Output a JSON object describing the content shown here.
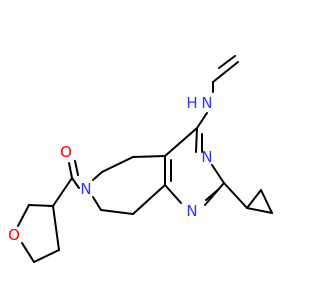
{
  "molecule": {
    "atoms": {
      "nh": {
        "text": "N",
        "color": "#3333ff"
      },
      "h": {
        "text": "H",
        "color": "#3333ff"
      },
      "n_ring_top": {
        "text": "N",
        "color": "#3333ff"
      },
      "n_ring_bottom": {
        "text": "N",
        "color": "#3333ff"
      },
      "n_azepane": {
        "text": "N",
        "color": "#3333ff"
      },
      "o_carbonyl": {
        "text": "O",
        "color": "#ff0000"
      },
      "o_thf": {
        "text": "O",
        "color": "#ff0000"
      }
    },
    "bond_color": "#000000",
    "background": "#ffffff"
  }
}
